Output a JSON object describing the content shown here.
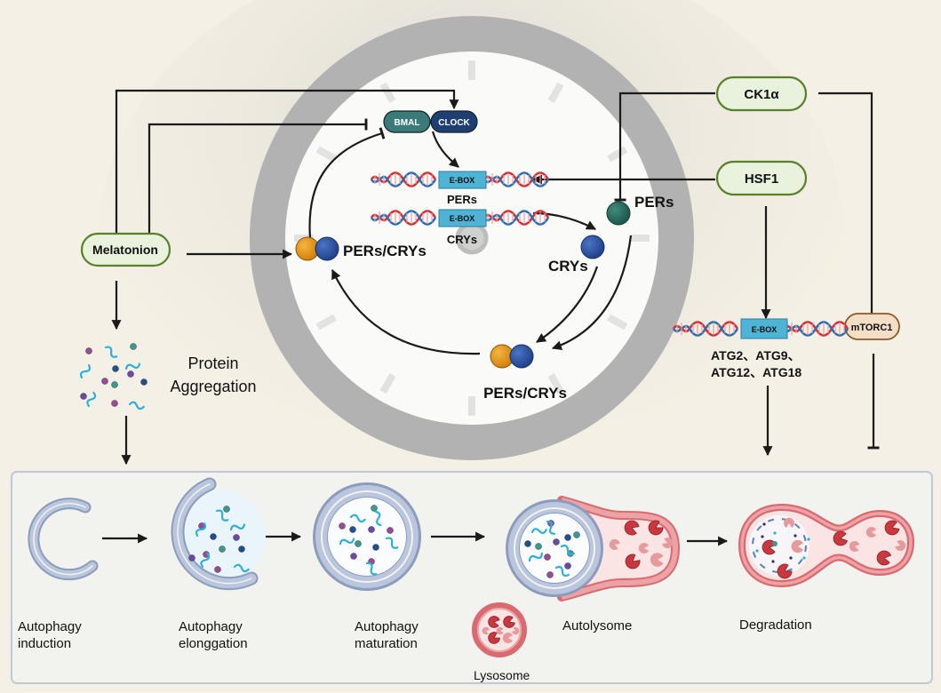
{
  "colors": {
    "background": "#f4f0e5",
    "clock_ring": "#b2b2b2",
    "clock_face": "#fafaf8",
    "tick": "#e2e2e2",
    "pill_fill": "#e8f2dc",
    "pill_stroke": "#5a7f2a",
    "mtorc_fill": "#f4dfc6",
    "mtorc_stroke": "#8a5a2a",
    "bmal": "#3a7a78",
    "clock": "#1f3f73",
    "ebox": "#4fb3d6",
    "dna_red": "#d63038",
    "dna_blue": "#2a6fb0",
    "per_orange": "#e0900e",
    "cry_blue": "#2c53a0",
    "per_green": "#2a6b5e",
    "membrane_blue": "#a8b8d4",
    "membrane_red": "#e8868a",
    "lumen_red": "#fae4e4",
    "panel_fill": "#f2f2ef",
    "panel_border": "#c0c8d8",
    "arrow": "#1a1a1a"
  },
  "nodes": {
    "melatonion": "Melatonion",
    "ck1a": "CK1α",
    "hsf1": "HSF1",
    "mtorc1": "mTORC1",
    "bmal": "BMAL",
    "clock": "CLOCK"
  },
  "clock_face": {
    "ebox_label": "E-BOX",
    "gene_pers": "PERs",
    "gene_crys": "CRYs",
    "per_protein": "PERs",
    "cry_protein": "CRYs",
    "complex_left": "PERs/CRYs",
    "complex_bottom": "PERs/CRYs"
  },
  "atg": {
    "ebox_label": "E-BOX",
    "line1": "ATG2、ATG9、",
    "line2": "ATG12、ATG18"
  },
  "protein_aggregation": {
    "line1": "Protein",
    "line2": "Aggregation"
  },
  "autophagy_stages": [
    {
      "line1": "Autophagy",
      "line2": "induction"
    },
    {
      "line1": "Autophagy",
      "line2": "elonggation"
    },
    {
      "line1": "Autophagy",
      "line2": "maturation"
    },
    {
      "line1": "Autolysome",
      "line2": ""
    },
    {
      "line1": "Degradation",
      "line2": ""
    }
  ],
  "lysosome_label": "Lysosome"
}
